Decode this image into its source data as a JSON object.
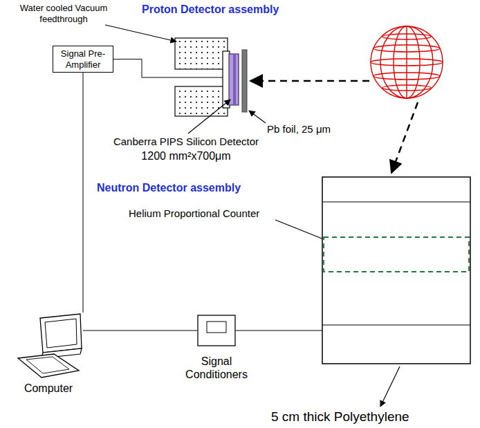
{
  "diagram": {
    "nodes": [
      {
        "text": [
          "Signal Pre-Amplifier"
        ]
      },
      {
        "text": [
          "Computer"
        ]
      },
      {
        "text": [
          "Signal Conditioners"
        ]
      }
    ],
    "edges": [
      {
        "from": 0,
        "to": 1,
        "arrow": "none"
      },
      {
        "from": 1,
        "to": 2,
        "arrow": "none"
      }
    ],
    "labels": [
      "Proton Detector assembly",
      "Water cooled Vacuum feedthrough",
      "Pb foil, 25 μm",
      "Canberra PIPS Silicon Detector",
      "1200 mm²x700μm",
      "Neutron Detector assembly",
      "Helium Proportional Counter",
      "5 cm thick Polyethylene"
    ]
  }
}
